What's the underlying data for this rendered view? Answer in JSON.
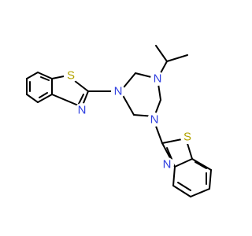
{
  "molecule": {
    "colors": {
      "background": "#ffffff",
      "bond": "#000000",
      "N": "#2f3fe0",
      "S": "#b3a300"
    },
    "atoms": {
      "s1": "S",
      "n1": "N",
      "s2": "S",
      "n2": "N",
      "n_ring_left": "N",
      "n_ring_top": "N",
      "n_ring_bottom": "N"
    }
  }
}
